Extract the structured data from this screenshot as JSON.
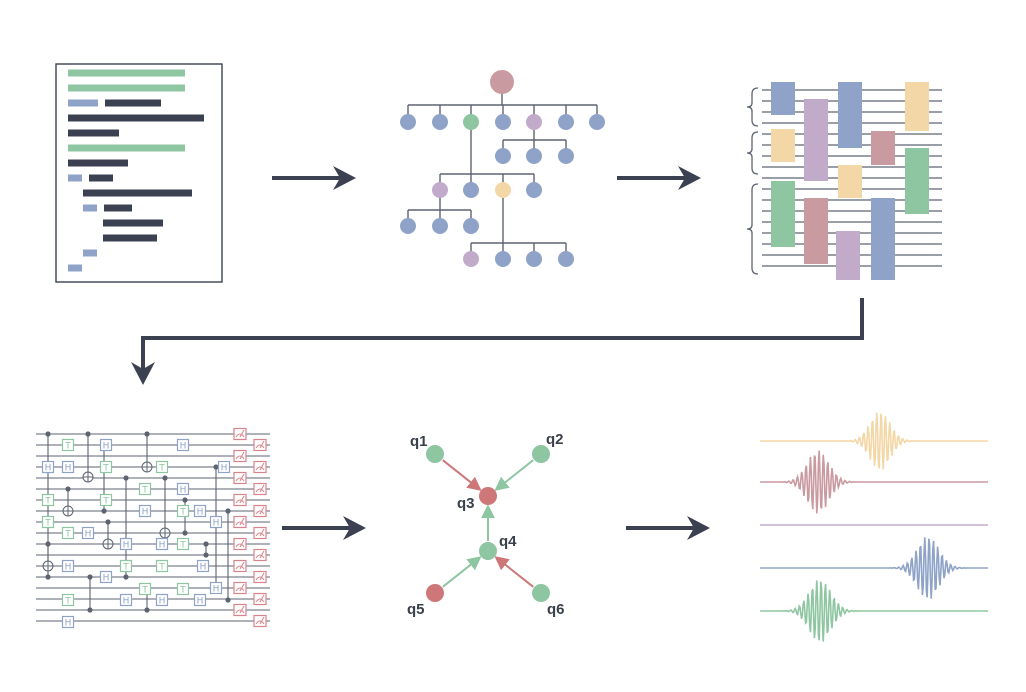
{
  "colors": {
    "green": "#8fc6a2",
    "blue": "#8fa3c8",
    "dark": "#3b4150",
    "pink": "#c99aa0",
    "purple": "#c2abca",
    "peach": "#f4d7a6",
    "red": "#cd7779",
    "line": "#5d6370",
    "gate_green": "#8fc6a2",
    "gate_blue": "#8fa3c8",
    "measure": "#d7848a"
  },
  "gates": {
    "t_label": "T",
    "h_label": "H"
  },
  "qubit_graph": {
    "nodes": [
      {
        "id": "q1",
        "label": "q1",
        "color": "green"
      },
      {
        "id": "q2",
        "label": "q2",
        "color": "green"
      },
      {
        "id": "q3",
        "label": "q3",
        "color": "red"
      },
      {
        "id": "q4",
        "label": "q4",
        "color": "green"
      },
      {
        "id": "q5",
        "label": "q5",
        "color": "red"
      },
      {
        "id": "q6",
        "label": "q6",
        "color": "green"
      }
    ],
    "edges": [
      {
        "from": "q1",
        "to": "q3",
        "color": "red"
      },
      {
        "from": "q2",
        "to": "q3",
        "color": "green"
      },
      {
        "from": "q4",
        "to": "q3",
        "color": "green"
      },
      {
        "from": "q5",
        "to": "q4",
        "color": "green"
      },
      {
        "from": "q6",
        "to": "q4",
        "color": "red"
      }
    ]
  },
  "waveforms": [
    {
      "color": "peach",
      "has_pulse": true
    },
    {
      "color": "pink",
      "has_pulse": true
    },
    {
      "color": "purple",
      "has_pulse": false
    },
    {
      "color": "blue",
      "has_pulse": true
    },
    {
      "color": "green",
      "has_pulse": true
    }
  ]
}
